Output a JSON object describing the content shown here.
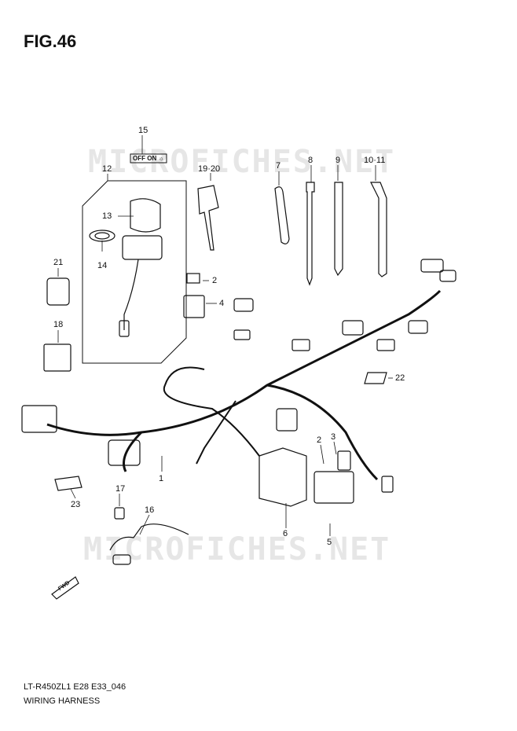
{
  "figure": {
    "title": "FIG.46",
    "watermark": "MICROFICHES.NET",
    "model_code": "LT-R450ZL1 E28 E33_046",
    "caption": "WIRING HARNESS",
    "switch_legend": "OFF  ON  ☼",
    "fwd_marker": "FWD"
  },
  "callouts": [
    {
      "id": "c15",
      "text": "15"
    },
    {
      "id": "c12",
      "text": "12"
    },
    {
      "id": "c19",
      "text": "19·20"
    },
    {
      "id": "c7",
      "text": "7"
    },
    {
      "id": "c8",
      "text": "8"
    },
    {
      "id": "c9",
      "text": "9"
    },
    {
      "id": "c10",
      "text": "10·11"
    },
    {
      "id": "c13",
      "text": "13"
    },
    {
      "id": "c14",
      "text": "14"
    },
    {
      "id": "c21",
      "text": "21"
    },
    {
      "id": "c2a",
      "text": "2"
    },
    {
      "id": "c4",
      "text": "4"
    },
    {
      "id": "c18",
      "text": "18"
    },
    {
      "id": "c22",
      "text": "22"
    },
    {
      "id": "c2b",
      "text": "2"
    },
    {
      "id": "c3",
      "text": "3"
    },
    {
      "id": "c1",
      "text": "1"
    },
    {
      "id": "c17",
      "text": "17"
    },
    {
      "id": "c23",
      "text": "23"
    },
    {
      "id": "c16",
      "text": "16"
    },
    {
      "id": "c6",
      "text": "6"
    },
    {
      "id": "c5",
      "text": "5"
    }
  ]
}
